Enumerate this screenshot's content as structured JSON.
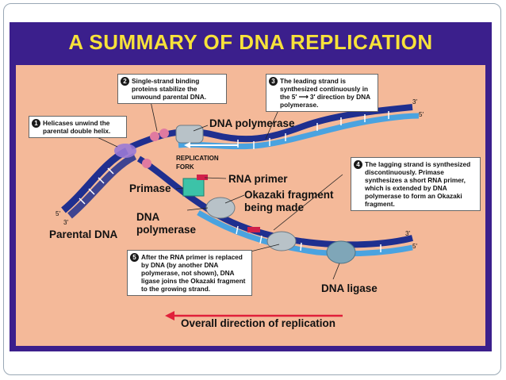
{
  "title": "A SUMMARY OF DNA REPLICATION",
  "steps": [
    {
      "num": "1",
      "text": "Helicases unwind the parental double helix."
    },
    {
      "num": "2",
      "text": "Single-strand binding proteins stabilize the unwound parental DNA."
    },
    {
      "num": "3",
      "text": "The leading strand is synthesized continuously in the 5′ ⟶ 3′ direction by DNA polymerase."
    },
    {
      "num": "4",
      "text": "The lagging strand is synthesized discontinuously. Primase synthesizes a short RNA primer, which is extended by DNA polymerase to form an Okazaki fragment."
    },
    {
      "num": "5",
      "text": "After the RNA primer is replaced by DNA (by another DNA polymerase, not shown), DNA ligase joins the Okazaki fragment to the growing strand."
    }
  ],
  "labels": {
    "dna_polymerase_top": "DNA polymerase",
    "replication_fork": "REPLICATION FORK",
    "rna_primer": "RNA primer",
    "primase": "Primase",
    "okazaki": "Okazaki fragment being made",
    "dna_polymerase_left": "DNA polymerase",
    "parental_dna": "Parental DNA",
    "dna_ligase": "DNA ligase",
    "direction": "Overall direction of replication"
  },
  "ends": {
    "left_5": "5′",
    "left_3": "3′",
    "topright_3": "3′",
    "topright_5": "5′",
    "lowright_3": "3′",
    "lowright_5": "5′"
  },
  "colors": {
    "frame": "#3b1f8c",
    "panel": "#f4b999",
    "title": "#f7e23a",
    "parental_strand": "#1f2f8f",
    "new_strand": "#4aa3e0",
    "rna_primer": "#d0204a",
    "primase": "#3cc3a8",
    "arrow": "#e0203a"
  }
}
